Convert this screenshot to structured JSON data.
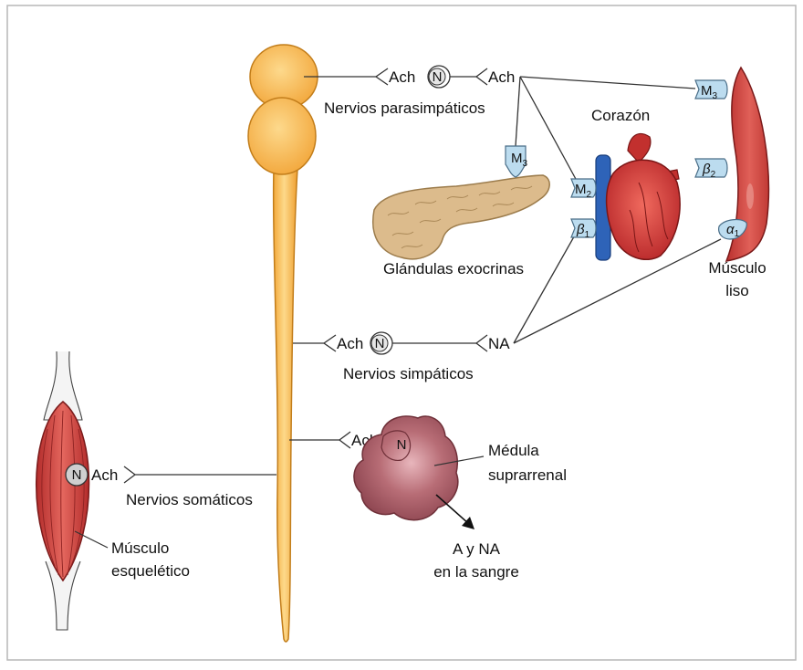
{
  "pathways": {
    "parasympathetic": {
      "label": "Nervios parasimpáticos",
      "preganglionic_transmitter": "Ach",
      "ganglion_receptor": "N",
      "postganglionic_transmitter": "Ach"
    },
    "sympathetic": {
      "label": "Nervios simpáticos",
      "preganglionic_transmitter": "Ach",
      "ganglion_receptor": "N",
      "postganglionic_transmitter": "NA"
    },
    "adrenal": {
      "preganglionic_transmitter": "Ach",
      "receptor": "N",
      "organ_label_line1": "Médula",
      "organ_label_line2": "suprarrenal",
      "output_line1": "A y NA",
      "output_line2": "en la sangre"
    },
    "somatic": {
      "label": "Nervios somáticos",
      "transmitter": "Ach",
      "receptor": "N",
      "organ_label_line1": "Músculo",
      "organ_label_line2": "esquelético"
    }
  },
  "targets": {
    "glands": {
      "label": "Glándulas exocrinas",
      "receptor": "M",
      "receptor_sub": "3"
    },
    "heart": {
      "label": "Corazón",
      "receptor_m": "M",
      "receptor_m_sub": "2",
      "receptor_b": "β",
      "receptor_b_sub": "1"
    },
    "smooth_muscle": {
      "label_line1": "Músculo",
      "label_line2": "liso",
      "receptor_m": "M",
      "receptor_m_sub": "3",
      "receptor_b": "β",
      "receptor_b_sub": "2",
      "receptor_a": "α",
      "receptor_a_sub": "1"
    }
  },
  "colors": {
    "spinal_cord": "#f6b94e",
    "muscle": "#c8403c",
    "gland": "#d9b583",
    "receptor": "#bcdcef",
    "adrenal": "#b06068",
    "vessel": "#2e63b8"
  }
}
